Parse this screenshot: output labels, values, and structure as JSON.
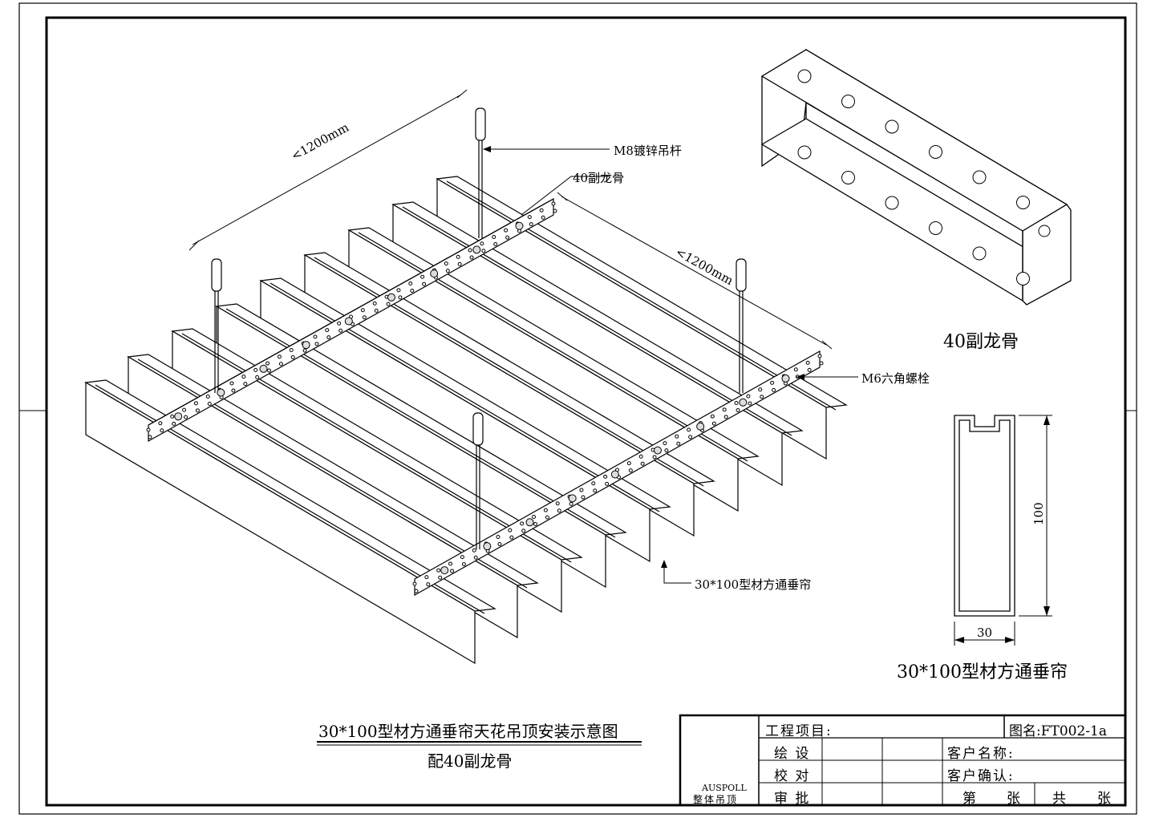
{
  "drawing": {
    "dim_span_a": "<1200mm",
    "dim_span_b": "<1200mm",
    "callout_rod": "M8镀锌吊杆",
    "callout_keel": "40副龙骨",
    "callout_bolt": "M6六角螺栓",
    "callout_profile": "30*100型材方通垂帘",
    "detail_keel_title": "40副龙骨",
    "detail_profile_title": "30*100型材方通垂帘",
    "dim_height": "100",
    "dim_width": "30",
    "main_title": "30*100型材方通垂帘天花吊顶安装示意图",
    "sub_title": "配40副龙骨"
  },
  "title_block": {
    "logo_top": "AUSPOLL",
    "logo_bottom": "整体吊顶",
    "project_label": "工程项目:",
    "drawing_no": "图名:FT002-1a",
    "draw_label": "绘 设",
    "check_label": "校 对",
    "approve_label": "审 批",
    "client_name_label": "客户名称:",
    "client_confirm_label": "客户确认:",
    "sheet_label_1": "第",
    "sheet_label_2": "张",
    "sheet_label_3": "共",
    "sheet_label_4": "张"
  }
}
